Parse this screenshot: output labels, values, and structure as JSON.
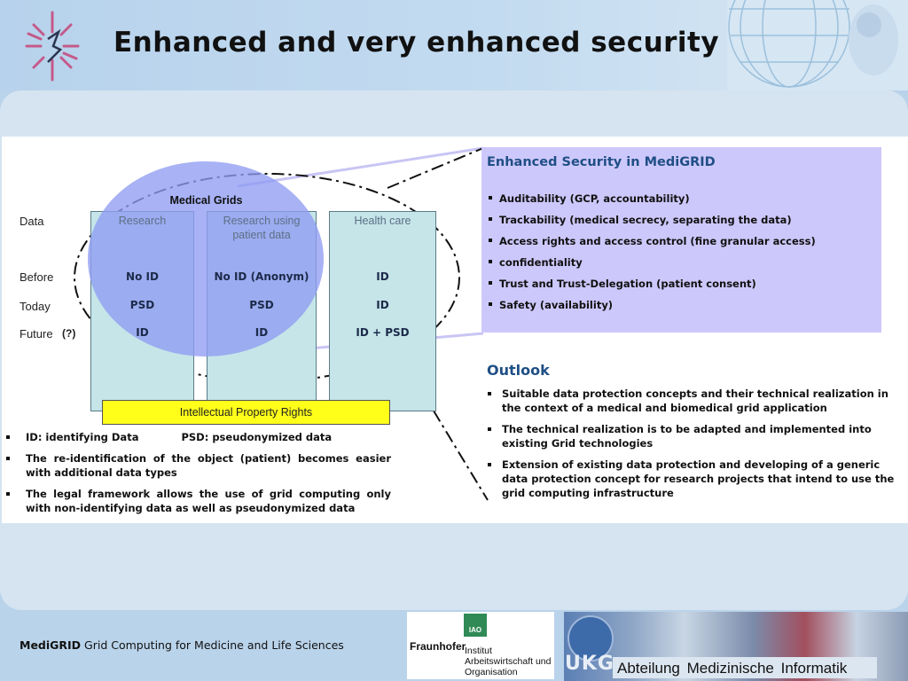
{
  "title": "Enhanced and very enhanced security",
  "diagram": {
    "ellipse_label": "Medical Grids",
    "row_labels": [
      "Data",
      "Before",
      "Today",
      "Future"
    ],
    "future_note": "(?)",
    "columns": [
      {
        "header": "Research",
        "before": "No ID",
        "today": "PSD",
        "future": "ID"
      },
      {
        "header": "Research using patient data",
        "before": "No ID (Anonym)",
        "today": "PSD",
        "future": "ID"
      },
      {
        "header": "Health care",
        "before": "ID",
        "today": "ID",
        "future": "ID + PSD"
      }
    ],
    "ipr_label": "Intellectual Property Rights"
  },
  "security": {
    "title": "Enhanced Security in MediGRID",
    "items": [
      "Auditability (GCP, accountability)",
      "Trackability (medical secrecy, separating the data)",
      "Access rights and access control (fine granular access)",
      "confidentiality",
      "Trust and Trust-Delegation (patient consent)",
      "Safety (availability)"
    ]
  },
  "outlook": {
    "title": "Outlook",
    "items": [
      "Suitable data protection concepts and their technical realization in the context of a medical and biomedical grid application",
      "The technical realization is to be adapted and implemented into existing Grid technologies",
      "Extension of existing data protection and developing of a generic data protection concept for research projects that intend to use the grid computing infrastructure"
    ]
  },
  "notes": {
    "id_def": "ID: identifying Data",
    "psd_def": "PSD: pseudonymized data",
    "items": [
      "The re-identification of the object (patient) becomes easier with additional data types",
      "The legal framework allows the use of grid computing only with non-identifying data as well as pseudonymized data"
    ]
  },
  "footer": {
    "brand": "MediGRID",
    "tagline": "Grid Computing for Medicine and Life Sciences",
    "fraunhofer": "Fraunhofer",
    "iao": "IAO",
    "institute": "Institut\nArbeitswirtschaft und\nOrganisation",
    "ukg": "UKG",
    "department": "Abteilung Medizinische Informatik"
  },
  "colors": {
    "accent_title": "#1f4f86",
    "security_box": "#cdc8fb",
    "ellipse_fill": "#8f9cf2",
    "column_fill": "#c5e5e8",
    "ipr_fill": "#ffff1a"
  }
}
